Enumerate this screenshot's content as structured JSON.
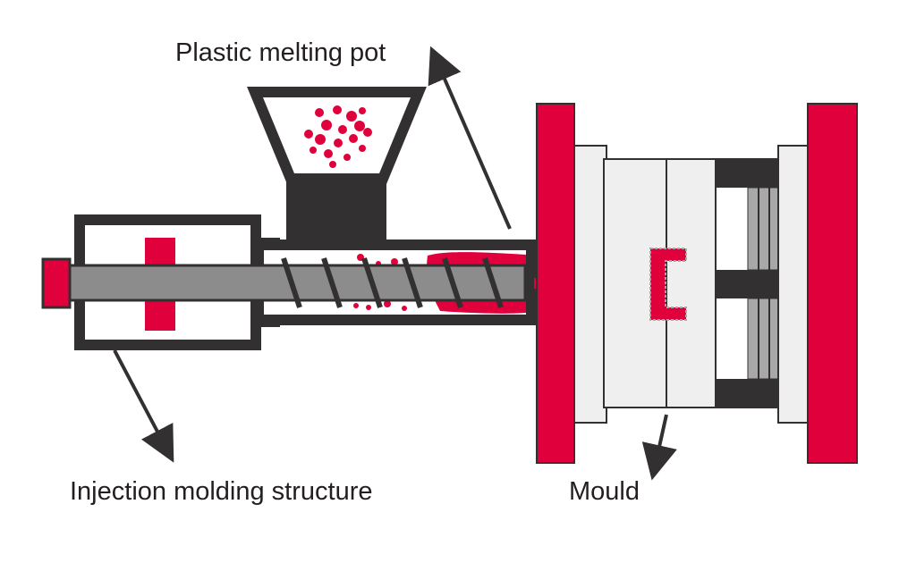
{
  "labels": {
    "pot": "Plastic melting pot",
    "injection": "Injection molding structure",
    "mould": "Mould"
  },
  "colors": {
    "red": "#e0003c",
    "dark": "#333031",
    "rod": "#8c8c8c",
    "light": "#efefef",
    "mid": "#a8a8a8",
    "background": "#ffffff"
  }
}
